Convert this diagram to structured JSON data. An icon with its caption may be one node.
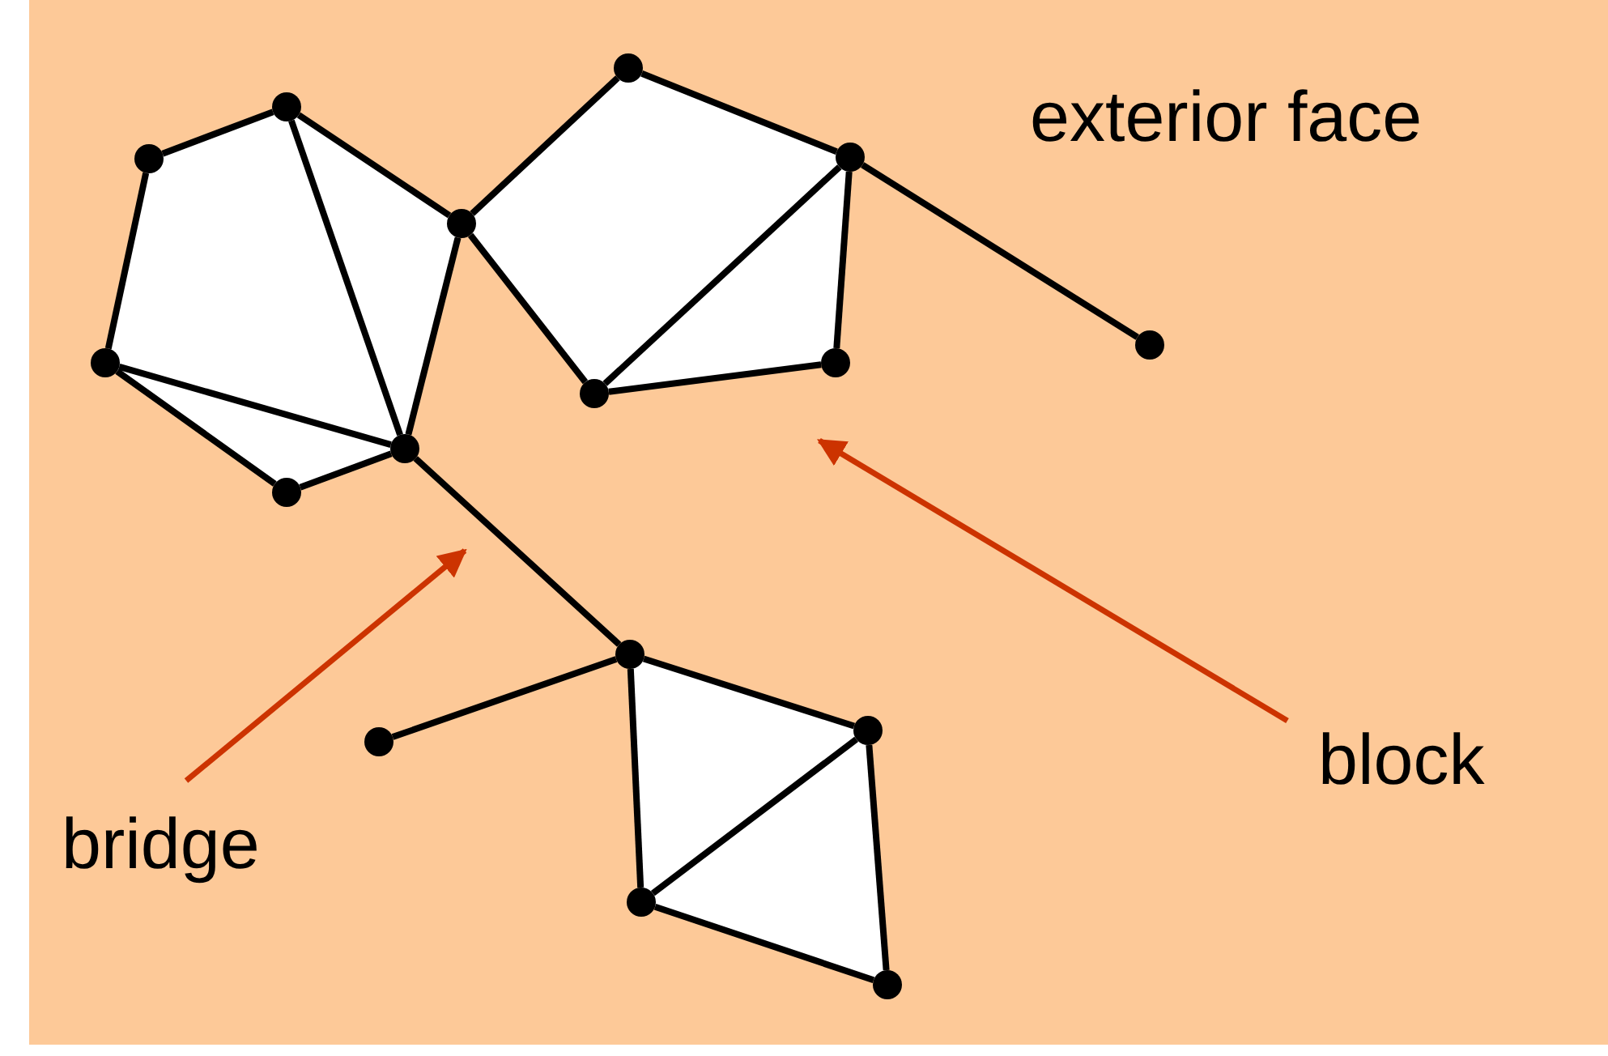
{
  "diagram": {
    "nodes": [
      {
        "text": [],
        "shape": "circle"
      },
      {
        "text": [],
        "shape": "circle"
      },
      {
        "text": [],
        "shape": "circle"
      },
      {
        "text": [],
        "shape": "circle"
      },
      {
        "text": [],
        "shape": "circle"
      },
      {
        "text": [],
        "shape": "circle"
      },
      {
        "text": [],
        "shape": "circle"
      },
      {
        "text": [],
        "shape": "circle"
      },
      {
        "text": [],
        "shape": "circle"
      },
      {
        "text": [],
        "shape": "circle"
      },
      {
        "text": [],
        "shape": "circle"
      },
      {
        "text": [],
        "shape": "circle"
      },
      {
        "text": [],
        "shape": "circle"
      },
      {
        "text": [],
        "shape": "circle"
      },
      {
        "text": [],
        "shape": "circle"
      },
      {
        "text": [],
        "shape": "circle"
      },
      {
        "text": [
          "bridge"
        ]
      },
      {
        "text": [
          "block"
        ]
      }
    ],
    "edges": [
      {
        "from": 3,
        "to": 1,
        "arrow": "none"
      },
      {
        "from": 1,
        "to": 4,
        "arrow": "none"
      },
      {
        "from": 1,
        "to": 9,
        "arrow": "none"
      },
      {
        "from": 3,
        "to": 6,
        "arrow": "none"
      },
      {
        "from": 6,
        "to": 9,
        "arrow": "none"
      },
      {
        "from": 6,
        "to": 10,
        "arrow": "none"
      },
      {
        "from": 10,
        "to": 9,
        "arrow": "none"
      },
      {
        "from": 9,
        "to": 4,
        "arrow": "none"
      },
      {
        "from": 4,
        "to": 0,
        "arrow": "none"
      },
      {
        "from": 0,
        "to": 2,
        "arrow": "none"
      },
      {
        "from": 2,
        "to": 7,
        "arrow": "none"
      },
      {
        "from": 2,
        "to": 8,
        "arrow": "none"
      },
      {
        "from": 7,
        "to": 8,
        "arrow": "none"
      },
      {
        "from": 8,
        "to": 4,
        "arrow": "none"
      },
      {
        "from": 2,
        "to": 5,
        "arrow": "none"
      },
      {
        "from": 9,
        "to": 11,
        "arrow": "none"
      },
      {
        "from": 11,
        "to": 13,
        "arrow": "none"
      },
      {
        "from": 11,
        "to": 12,
        "arrow": "none"
      },
      {
        "from": 11,
        "to": 14,
        "arrow": "none"
      },
      {
        "from": 12,
        "to": 14,
        "arrow": "none"
      },
      {
        "from": 12,
        "to": 15,
        "arrow": "none"
      },
      {
        "from": 14,
        "to": 15,
        "arrow": "none"
      },
      {
        "from": 16,
        "to": null,
        "arrow": "to",
        "color": "#cc3300"
      },
      {
        "from": 17,
        "to": null,
        "arrow": "to",
        "color": "#cc3300"
      }
    ],
    "labels": [
      "exterior face"
    ]
  }
}
